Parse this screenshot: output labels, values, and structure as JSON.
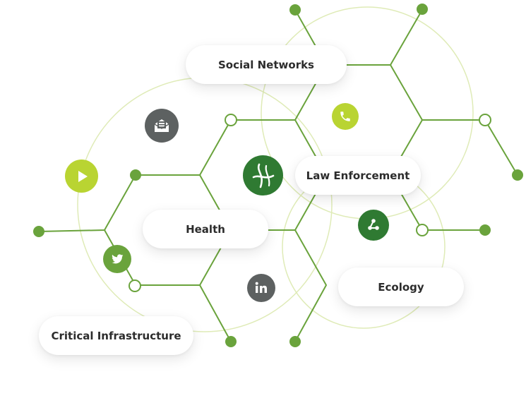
{
  "labels": {
    "social_networks": "Social Networks",
    "law_enforcement": "Law Enforcement",
    "health": "Health",
    "ecology": "Ecology",
    "critical_infrastructure": "Critical Infrastructure"
  },
  "icons": {
    "email": "email-icon",
    "phone": "phone-icon",
    "play": "play-icon",
    "logo": "brand-logo-icon",
    "share": "share-icon",
    "twitter": "twitter-icon",
    "linkedin": "linkedin-icon"
  },
  "colors": {
    "line_green": "#6aa33c",
    "dark_green": "#3a8a35",
    "lime": "#b9d432",
    "circle_outline": "#dfebb7",
    "grey": "#5d6161",
    "text": "#2c2c2c"
  }
}
